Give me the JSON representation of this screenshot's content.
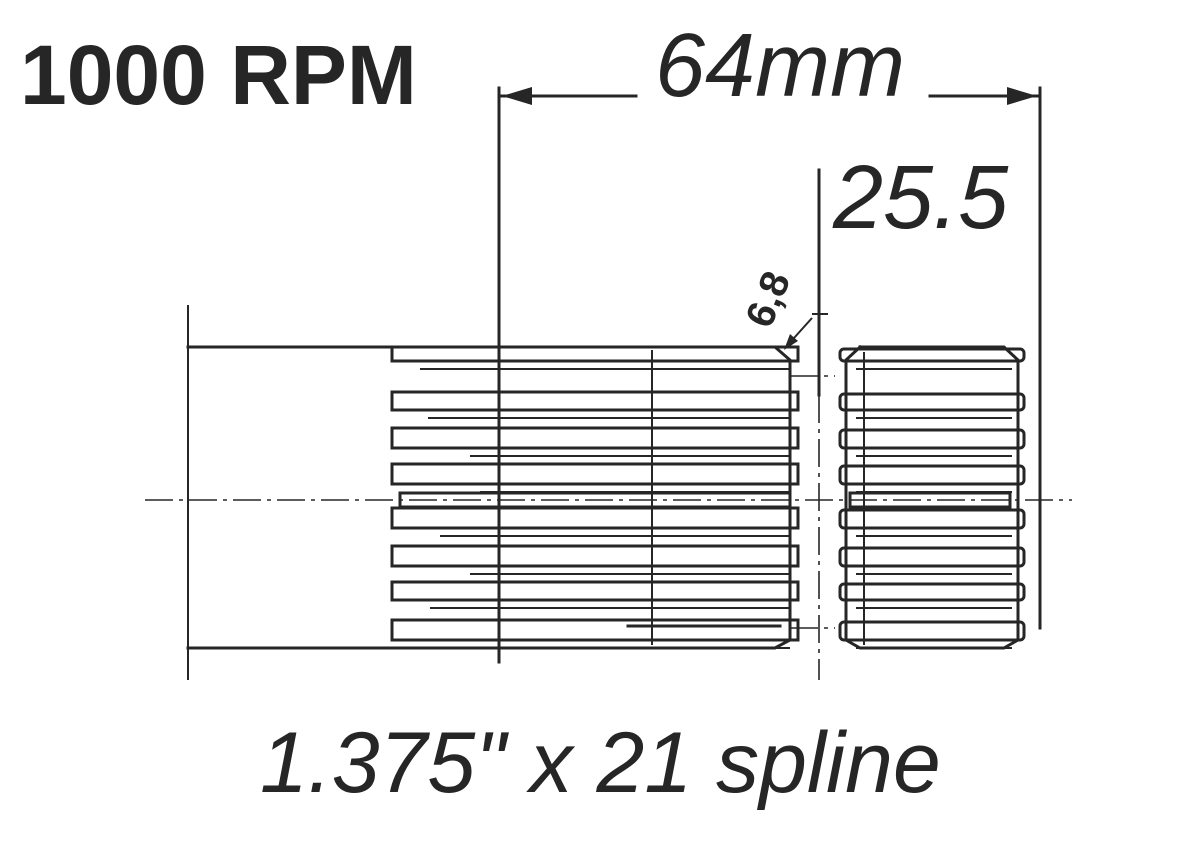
{
  "title": "1000 RPM",
  "dimensions": {
    "overall_length": "64mm",
    "end_length": "25.5",
    "chamfer": "6,8"
  },
  "caption": "1.375\" x 21 spline",
  "colors": {
    "ink": "#262626",
    "background": "#ffffff"
  }
}
